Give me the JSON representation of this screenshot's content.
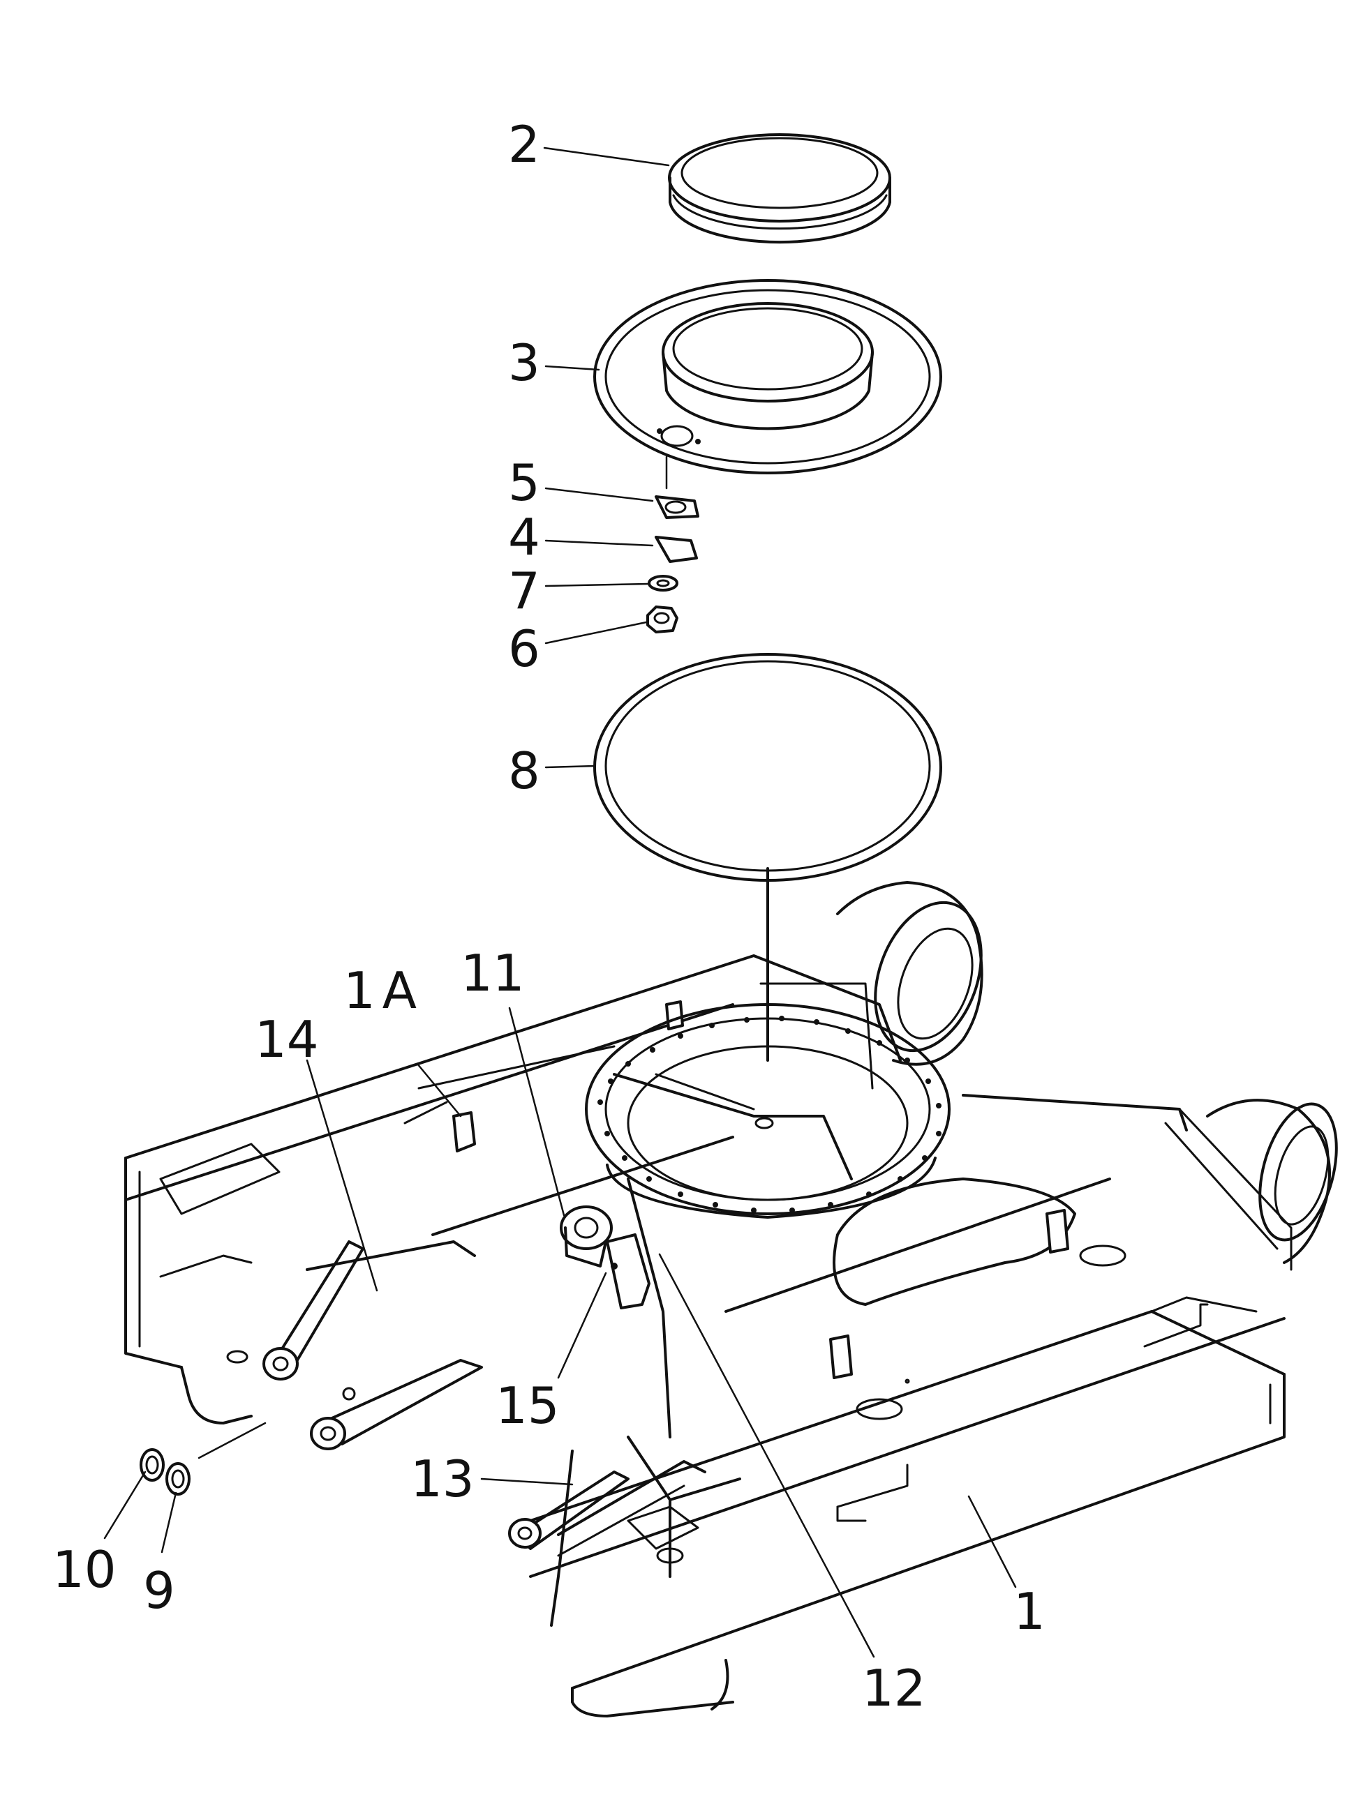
{
  "diagram": {
    "callouts": [
      {
        "id": "c2",
        "label": "2"
      },
      {
        "id": "c3",
        "label": "3"
      },
      {
        "id": "c5",
        "label": "5"
      },
      {
        "id": "c4",
        "label": "4"
      },
      {
        "id": "c7",
        "label": "7"
      },
      {
        "id": "c6",
        "label": "6"
      },
      {
        "id": "c8",
        "label": "8"
      },
      {
        "id": "c11",
        "label": "11"
      },
      {
        "id": "c1A",
        "label": "1A"
      },
      {
        "id": "c14",
        "label": "14"
      },
      {
        "id": "c15",
        "label": "15"
      },
      {
        "id": "c13",
        "label": "13"
      },
      {
        "id": "c10",
        "label": "10"
      },
      {
        "id": "c9",
        "label": "9"
      },
      {
        "id": "c1",
        "label": "1"
      },
      {
        "id": "c12",
        "label": "12"
      }
    ]
  }
}
